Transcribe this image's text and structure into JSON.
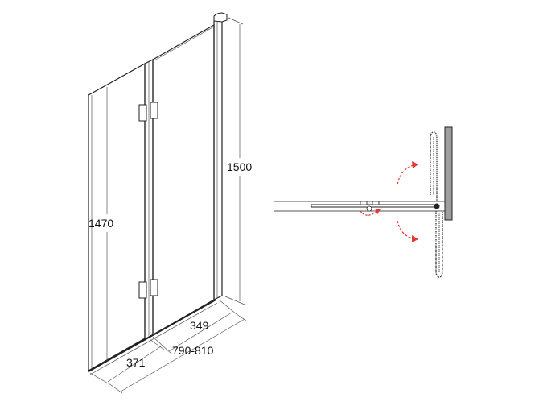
{
  "dimensions": {
    "total_height": "1500",
    "panel_height": "1470",
    "fixed_width": "349",
    "folding_width": "371",
    "total_width": "790-810"
  },
  "colors": {
    "line": "#222222",
    "arrow": "#e53935",
    "wall": "#9e9e9e"
  }
}
